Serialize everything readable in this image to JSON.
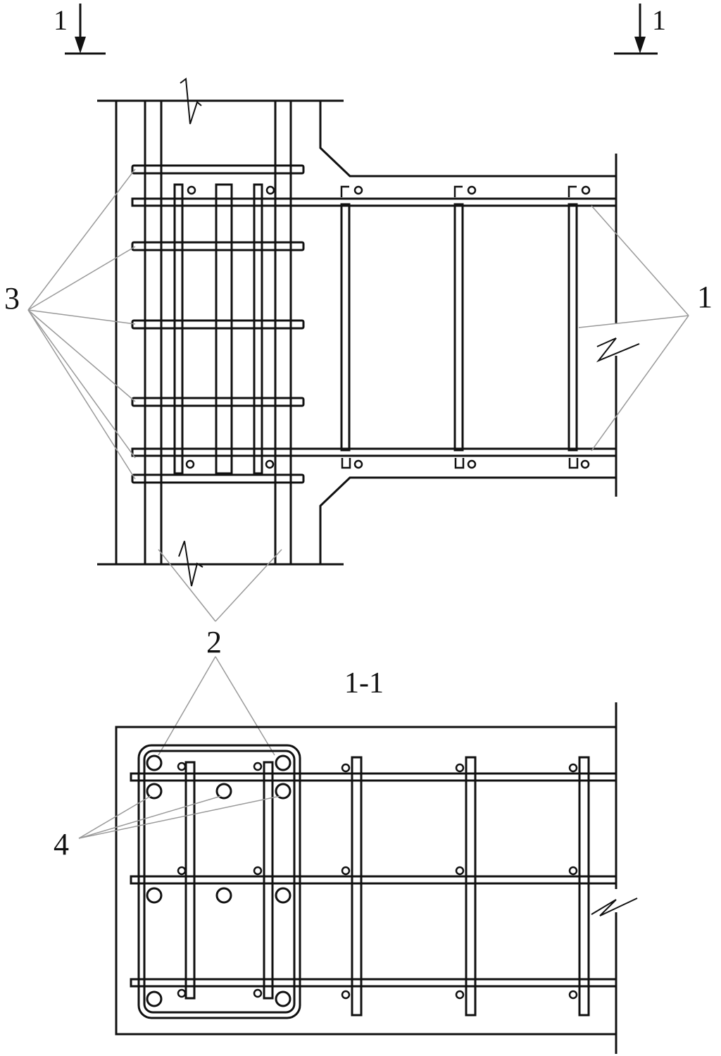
{
  "labels": {
    "section_mark_left": "1",
    "section_mark_right": "1",
    "callout_3": "3",
    "callout_1": "1",
    "callout_2": "2",
    "section_title": "1-1",
    "callout_4": "4"
  },
  "colors": {
    "line": "#111111",
    "leader": "#9a9a9a",
    "background": "#ffffff"
  }
}
